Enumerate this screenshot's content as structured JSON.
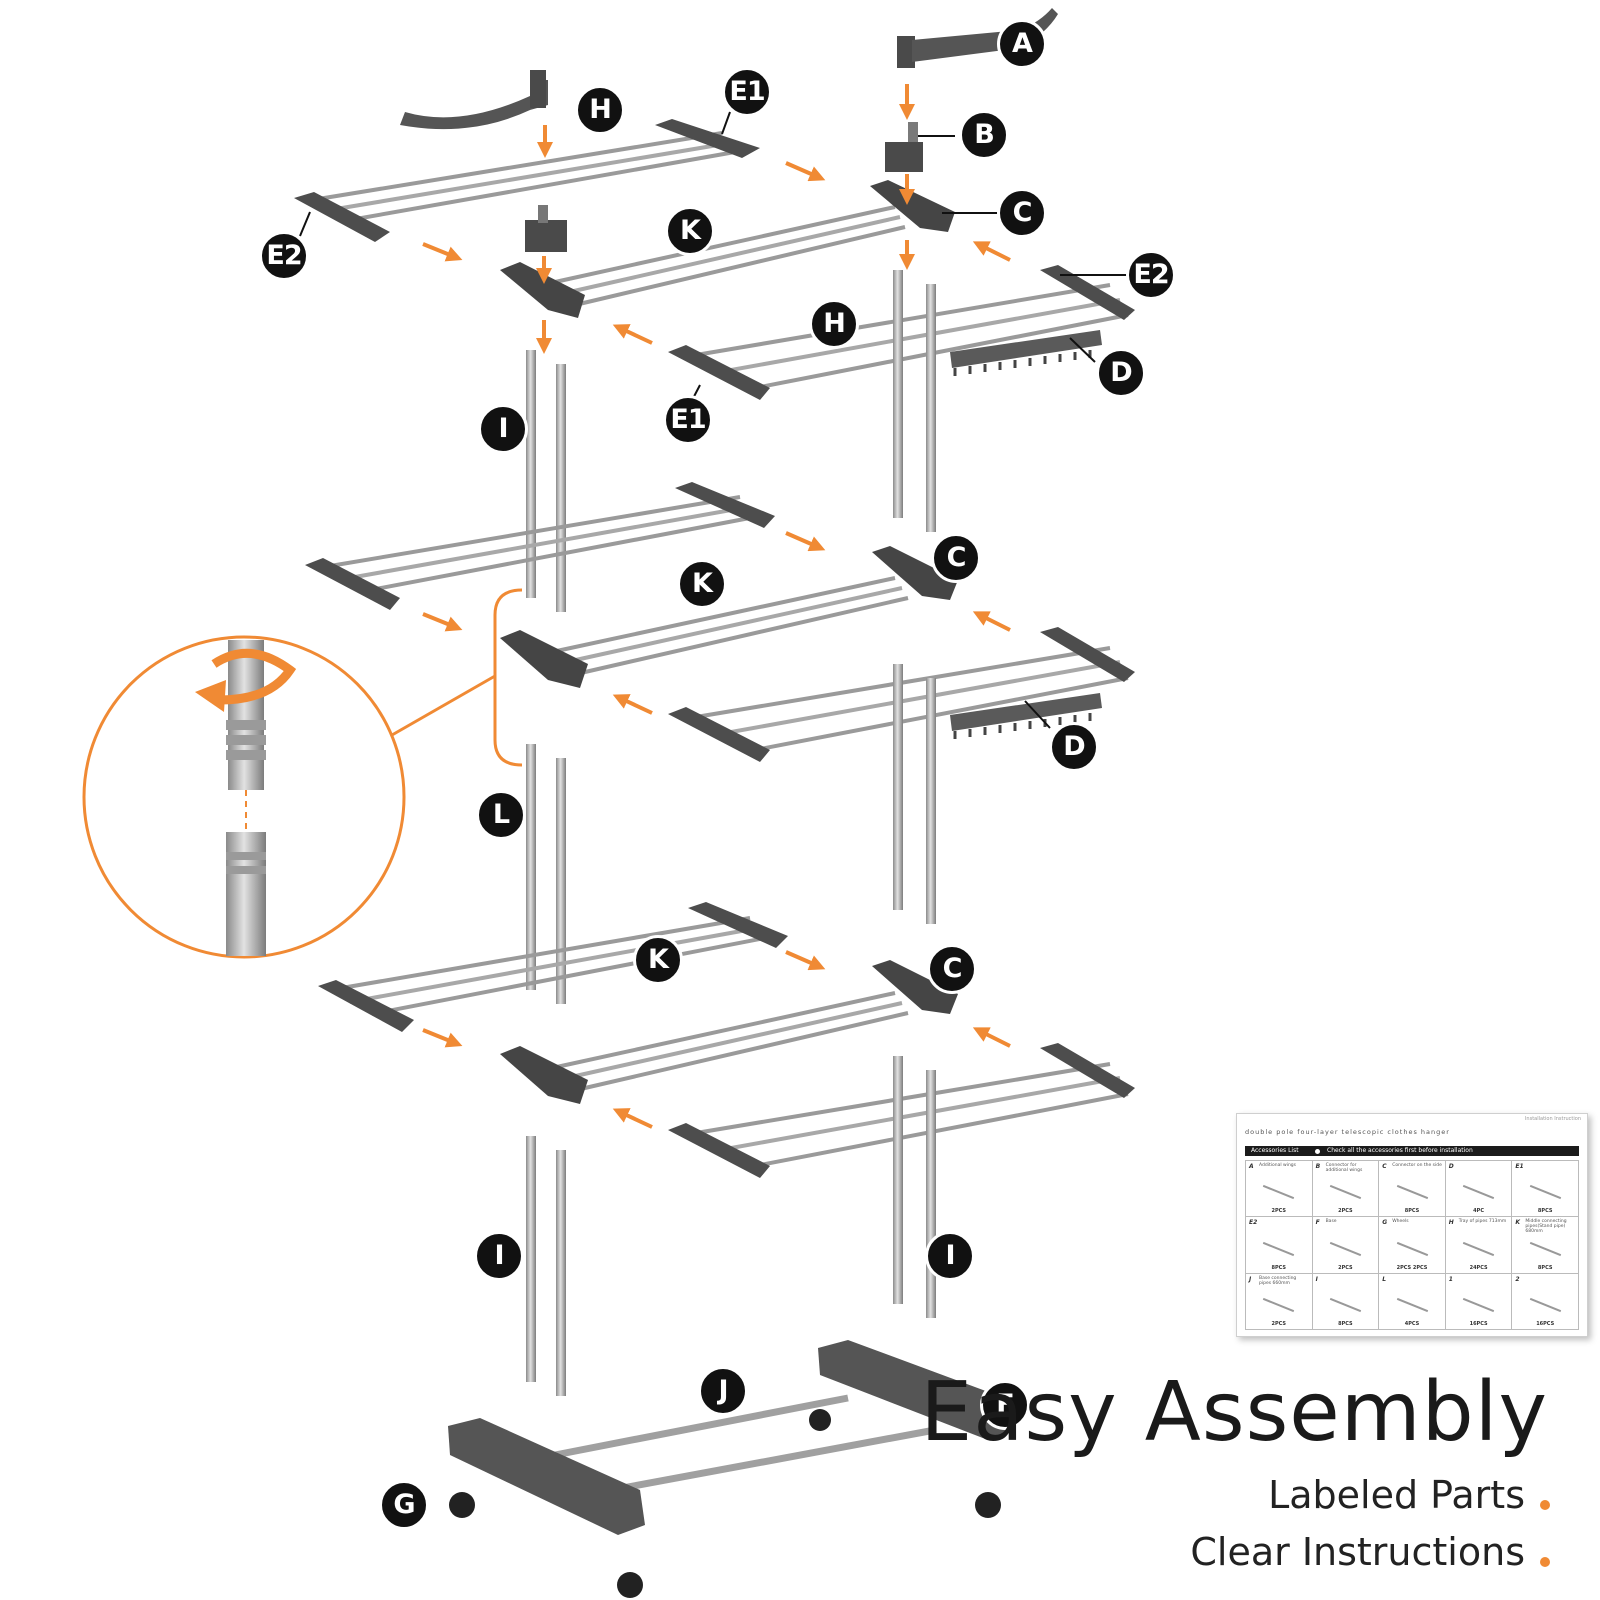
{
  "part_labels": [
    "A",
    "B",
    "C",
    "D",
    "E1",
    "E2",
    "F",
    "G",
    "H",
    "I",
    "J",
    "K",
    "L"
  ],
  "headline": "Easy Assembly",
  "features": [
    "Labeled Parts",
    "Clear Instructions"
  ],
  "accent_color": "#f08a34",
  "label_color": "#111111",
  "manual": {
    "corner_note": "Installation Instruction",
    "title": "double pole four-layer telescopic clothes hanger",
    "bar_title": "Accessories List",
    "bar_note": "Check all the accessories first before installation",
    "items": [
      {
        "letter": "A",
        "name": "Additional wings",
        "qty": "2PCS"
      },
      {
        "letter": "B",
        "name": "Connector for additional wings",
        "qty": "2PCS"
      },
      {
        "letter": "C",
        "name": "Connector on the side",
        "qty": "8PCS"
      },
      {
        "letter": "D",
        "name": "",
        "qty": "4PC"
      },
      {
        "letter": "E1",
        "name": "",
        "qty": "8PCS"
      },
      {
        "letter": "E2",
        "name": "",
        "qty": "8PCS"
      },
      {
        "letter": "F",
        "name": "Base",
        "qty": "2PCS"
      },
      {
        "letter": "G",
        "name": "Wheels",
        "qty": "2PCS 2PCS"
      },
      {
        "letter": "H",
        "name": "Tray of pipes 713mm",
        "qty": "24PCS"
      },
      {
        "letter": "K",
        "name": "Middle connecting pipes(Stand pipe) 680mm",
        "qty": "8PCS"
      },
      {
        "letter": "J",
        "name": "Base connecting pipes 660mm",
        "qty": "2PCS"
      },
      {
        "letter": "I",
        "name": "",
        "qty": "8PCS"
      },
      {
        "letter": "L",
        "name": "",
        "qty": "4PCS"
      },
      {
        "letter": "1",
        "name": "",
        "qty": "16PCS"
      },
      {
        "letter": "2",
        "name": "",
        "qty": "16PCS"
      }
    ]
  }
}
